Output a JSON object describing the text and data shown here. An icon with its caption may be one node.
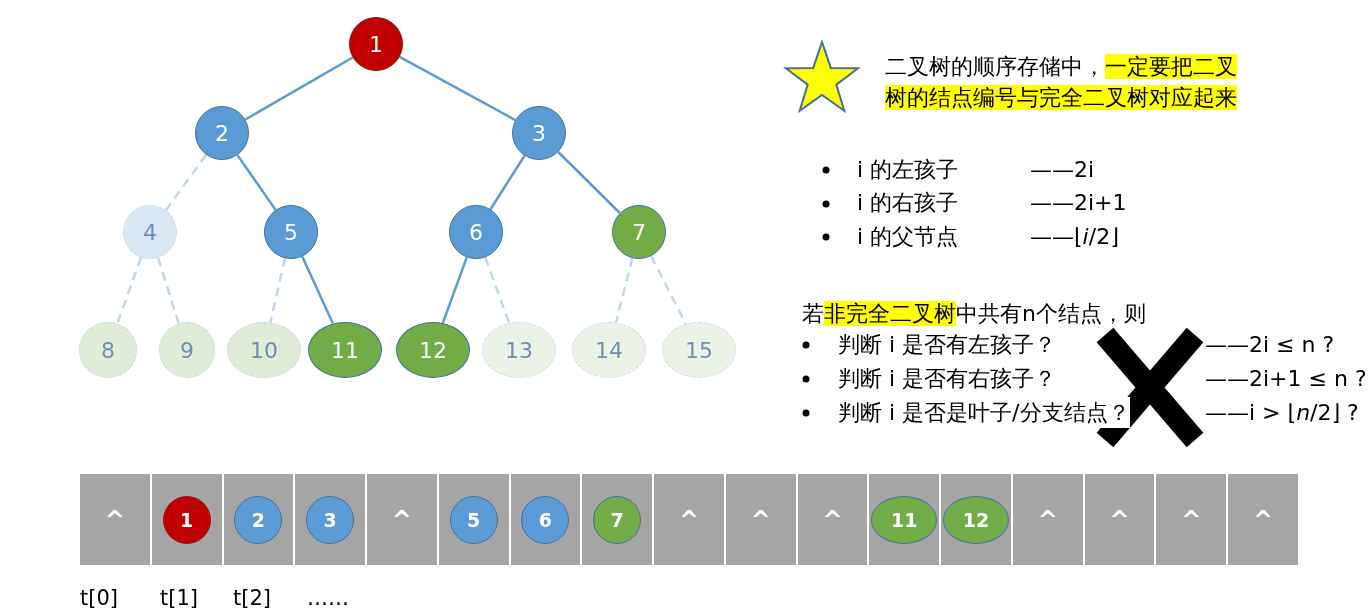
{
  "diagram": {
    "nodes": [
      {
        "text": [
          "1"
        ]
      },
      {
        "text": [
          "2"
        ]
      },
      {
        "text": [
          "3"
        ]
      },
      {
        "text": [
          "4"
        ]
      },
      {
        "text": [
          "5"
        ]
      },
      {
        "text": [
          "6"
        ]
      },
      {
        "text": [
          "7"
        ]
      },
      {
        "text": [
          "8"
        ]
      },
      {
        "text": [
          "9"
        ]
      },
      {
        "text": [
          "10"
        ]
      },
      {
        "text": [
          "11"
        ]
      },
      {
        "text": [
          "12"
        ]
      },
      {
        "text": [
          "13"
        ]
      },
      {
        "text": [
          "14"
        ]
      },
      {
        "text": [
          "15"
        ]
      },
      {
        "text": [
          "^"
        ]
      },
      {
        "text": [],
        "shape": "box"
      },
      {
        "text": [
          "1"
        ],
        "in": 16
      },
      {
        "text": [],
        "shape": "box"
      },
      {
        "text": [
          "2"
        ],
        "in": 18
      },
      {
        "text": [],
        "shape": "box"
      },
      {
        "text": [
          "3"
        ],
        "in": 20
      },
      {
        "text": [
          "^"
        ]
      },
      {
        "text": [],
        "shape": "box"
      },
      {
        "text": [
          "5"
        ],
        "in": 23
      },
      {
        "text": [],
        "shape": "box"
      },
      {
        "text": [
          "6"
        ],
        "in": 25
      },
      {
        "text": [],
        "shape": "box"
      },
      {
        "text": [
          "7"
        ],
        "in": 27
      },
      {
        "text": [
          "^"
        ]
      },
      {
        "text": [
          "^"
        ]
      },
      {
        "text": [
          "^"
        ]
      },
      {
        "text": [],
        "shape": "box"
      },
      {
        "text": [
          "11"
        ],
        "in": 32
      },
      {
        "text": [],
        "shape": "box"
      },
      {
        "text": [
          "12"
        ],
        "in": 34
      },
      {
        "text": [
          "^"
        ]
      },
      {
        "text": [
          "^"
        ]
      },
      {
        "text": [
          "^"
        ]
      },
      {
        "text": [
          "^"
        ]
      }
    ],
    "edges": [
      {
        "from": 0,
        "to": 1,
        "arrow": "none"
      },
      {
        "from": 0,
        "to": 2,
        "arrow": "none"
      },
      {
        "from": 1,
        "to": 3,
        "arrow": "none",
        "style": "dashed",
        "color": "#bdd7ee"
      },
      {
        "from": 1,
        "to": 4,
        "arrow": "none"
      },
      {
        "from": 2,
        "to": 5,
        "arrow": "none"
      },
      {
        "from": 2,
        "to": 6,
        "arrow": "none"
      },
      {
        "from": 3,
        "to": 7,
        "arrow": "none",
        "style": "dashed",
        "color": "#bdd7ee"
      },
      {
        "from": 3,
        "to": 8,
        "arrow": "none",
        "style": "dashed",
        "color": "#bdd7ee"
      },
      {
        "from": 4,
        "to": 9,
        "arrow": "none",
        "style": "dashed",
        "color": "#bdd7ee"
      },
      {
        "from": 4,
        "to": 10,
        "arrow": "none"
      },
      {
        "from": 5,
        "to": 11,
        "arrow": "none"
      },
      {
        "from": 5,
        "to": 12,
        "arrow": "none",
        "style": "dashed",
        "color": "#bdd7ee"
      },
      {
        "from": 6,
        "to": 13,
        "arrow": "none",
        "style": "dashed",
        "color": "#bdd7ee"
      },
      {
        "from": 6,
        "to": 14,
        "arrow": "none",
        "style": "dashed",
        "color": "#bdd7ee"
      }
    ],
    "labels": [
      "二叉树的顺序存储中，",
      "一定要把二叉树的结点编号与完全二叉树对应起来",
      "i 的左孩子",
      "——2i",
      "i 的右孩子",
      "——2i+1",
      "i 的父节点",
      "——⌊*i*/2⌋",
      "若",
      "非完全二叉树",
      "中共有n个结点，则",
      "判断 i 是否有左孩子？",
      "——2i ≤ n ?",
      "判断 i 是否有右孩子？",
      "——2i+1 ≤ n ?",
      "判断 i 是否是叶子/分支结点？",
      "——i > ⌊*n*/2⌋ ?",
      "t[0]",
      "t[1]",
      "t[2]",
      "……"
    ]
  }
}
